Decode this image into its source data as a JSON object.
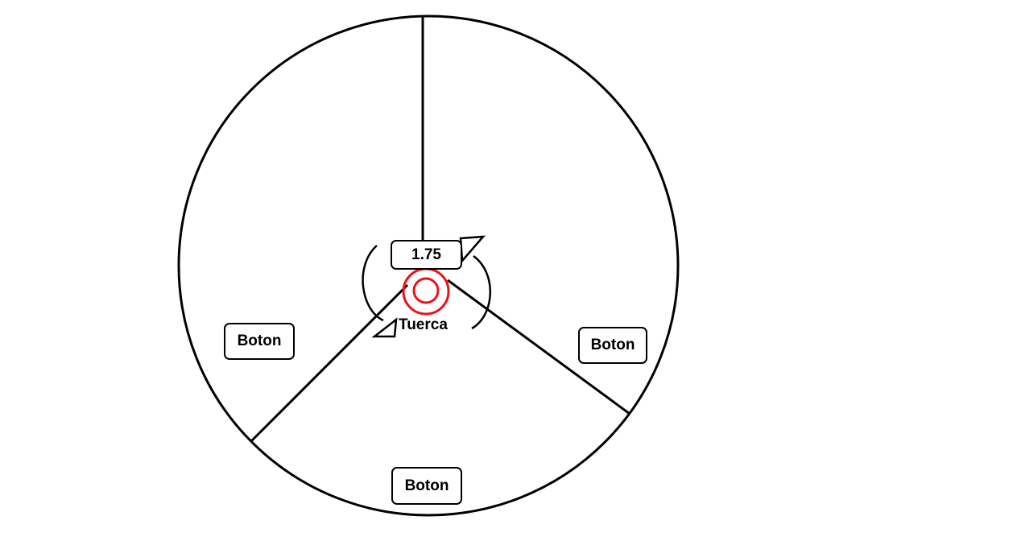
{
  "knob": {
    "value": "1.75",
    "nut_label": "Tuerca",
    "nut_color": "#e8141c",
    "line_color": "#000000"
  },
  "buttons": [
    {
      "label": "Boton"
    },
    {
      "label": "Boton"
    },
    {
      "label": "Boton"
    }
  ]
}
